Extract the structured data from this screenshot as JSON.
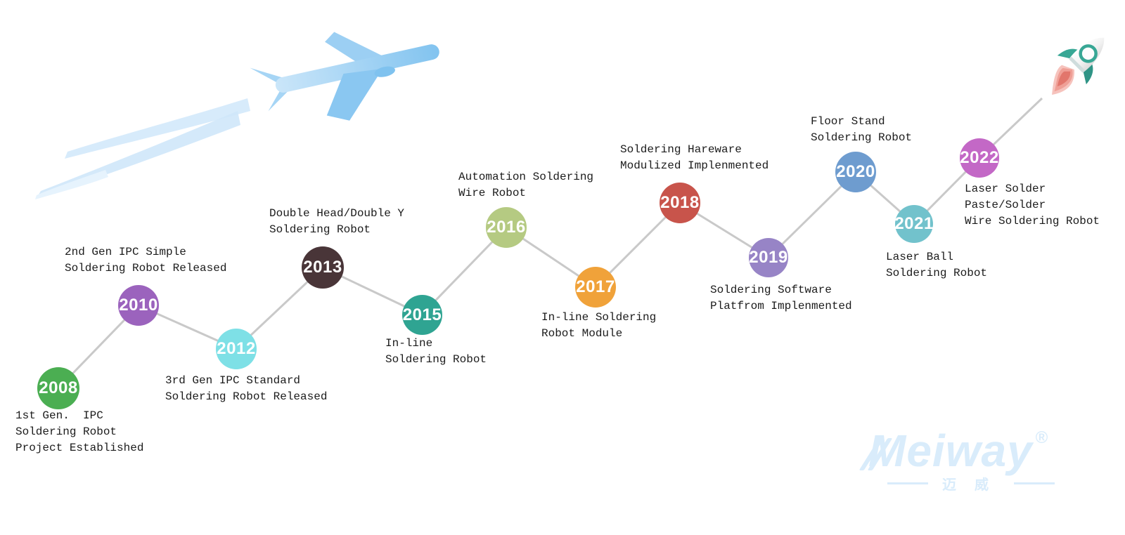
{
  "page": {
    "background": "#ffffff"
  },
  "timeline": {
    "connector_color": "#c9c9c9",
    "text_color": "#1b1b1b",
    "year_text_color": "#ffffff",
    "milestones": [
      {
        "year": "2008",
        "label": "1st Gen.  IPC\nSoldering Robot\nProject Established",
        "color": "#4bae52"
      },
      {
        "year": "2010",
        "label": "2nd Gen IPC Simple\nSoldering Robot Released",
        "color": "#9b63bd"
      },
      {
        "year": "2012",
        "label": "3rd Gen IPC Standard\nSoldering Robot Released",
        "color": "#7ee0e6"
      },
      {
        "year": "2013",
        "label": "Double Head/Double Y\nSoldering Robot",
        "color": "#493538"
      },
      {
        "year": "2015",
        "label": "In-line\nSoldering Robot",
        "color": "#2fa492"
      },
      {
        "year": "2016",
        "label": "Automation Soldering\nWire Robot",
        "color": "#b5ca82"
      },
      {
        "year": "2017",
        "label": "In-line Soldering\nRobot Module",
        "color": "#f0a23a"
      },
      {
        "year": "2018",
        "label": "Soldering Hareware\nModulized Implenmented",
        "color": "#c8544b"
      },
      {
        "year": "2019",
        "label": "Soldering Software\nPlatfrom Implenmented",
        "color": "#9784c6"
      },
      {
        "year": "2020",
        "label": "Floor Stand\nSoldering Robot",
        "color": "#6e9ccf"
      },
      {
        "year": "2021",
        "label": "Laser Ball\nSoldering Robot",
        "color": "#72c2cc"
      },
      {
        "year": "2022",
        "label": "Laser Solder\nPaste/Solder\nWire Soldering Robot",
        "color": "#c368c6"
      }
    ]
  },
  "decorations": {
    "airplane_icon": "airplane-icon",
    "airplane_color": "#8ec9f1",
    "contrail_color": "#d4eafa",
    "rocket_icon": "rocket-icon",
    "rocket_accent": "#38a795",
    "rocket_flame_color": "#ef9f96"
  },
  "watermark": {
    "brand": "Meiway",
    "registered": "®",
    "chinese": "迈威",
    "color": "#d9ecfb"
  }
}
